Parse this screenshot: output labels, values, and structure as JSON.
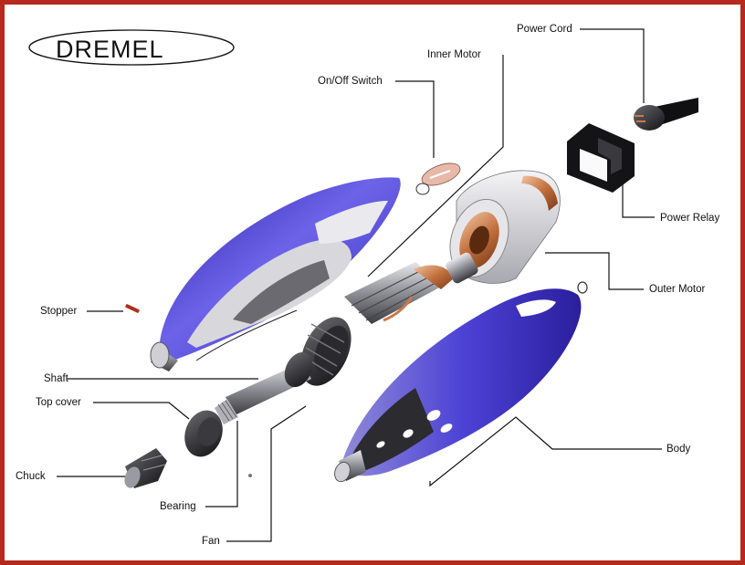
{
  "logo": {
    "text": "DREMEL"
  },
  "labels": {
    "power_cord": "Power Cord",
    "inner_motor": "Inner Motor",
    "on_off_switch": "On/Off Switch",
    "power_relay": "Power Relay",
    "outer_motor": "Outer Motor",
    "stopper": "Stopper",
    "shaft": "Shaft",
    "top_cover": "Top cover",
    "chuck": "Chuck",
    "bearing": "Bearing",
    "fan": "Fan",
    "body": "Body"
  },
  "colors": {
    "frame": "#b52a1c",
    "body_blue": "#4a3fd0",
    "copper": "#c97a4a",
    "metal": "#9a9aa2"
  }
}
